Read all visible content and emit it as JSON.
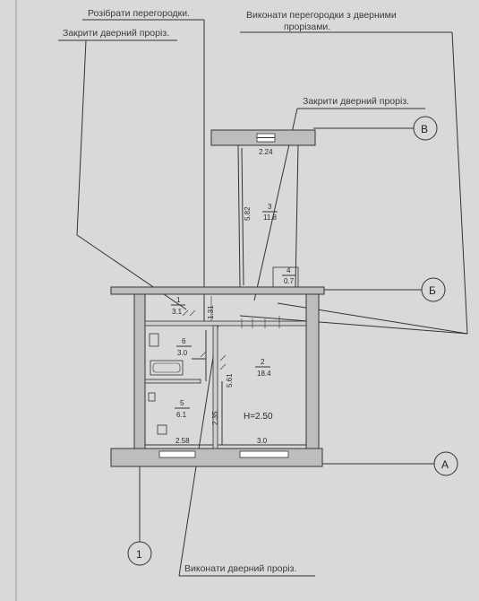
{
  "annotations": {
    "remove_partitions": "Розібрати перегородки.",
    "build_partitions": "Виконати перегородки з дверними",
    "build_partitions_line2": "прорізами.",
    "close_doorway_left": "Закрити дверний проріз.",
    "close_doorway_top": "Закрити дверний проріз.",
    "make_doorway": "Виконати дверний проріз."
  },
  "axes": [
    "В",
    "Б",
    "А",
    "1"
  ],
  "rooms": [
    {
      "id": "room-1",
      "number": "1",
      "area": "3.1"
    },
    {
      "id": "room-2",
      "number": "2",
      "area": "18.4"
    },
    {
      "id": "room-3",
      "number": "3",
      "area": "11.8"
    },
    {
      "id": "room-4",
      "number": "4",
      "area": "0.7"
    },
    {
      "id": "room-5",
      "number": "5",
      "area": "6.1"
    },
    {
      "id": "room-6",
      "number": "6",
      "area": "3.0"
    }
  ],
  "dimensions": {
    "balcony_width": "2.24",
    "balcony_length": "5.82",
    "corridor_width": "1.31",
    "room2_depth": "5.61",
    "room5_depth": "2.35",
    "bottom_left": "2.58",
    "bottom_right": "3.0"
  },
  "ceiling_height": "H=2.50"
}
